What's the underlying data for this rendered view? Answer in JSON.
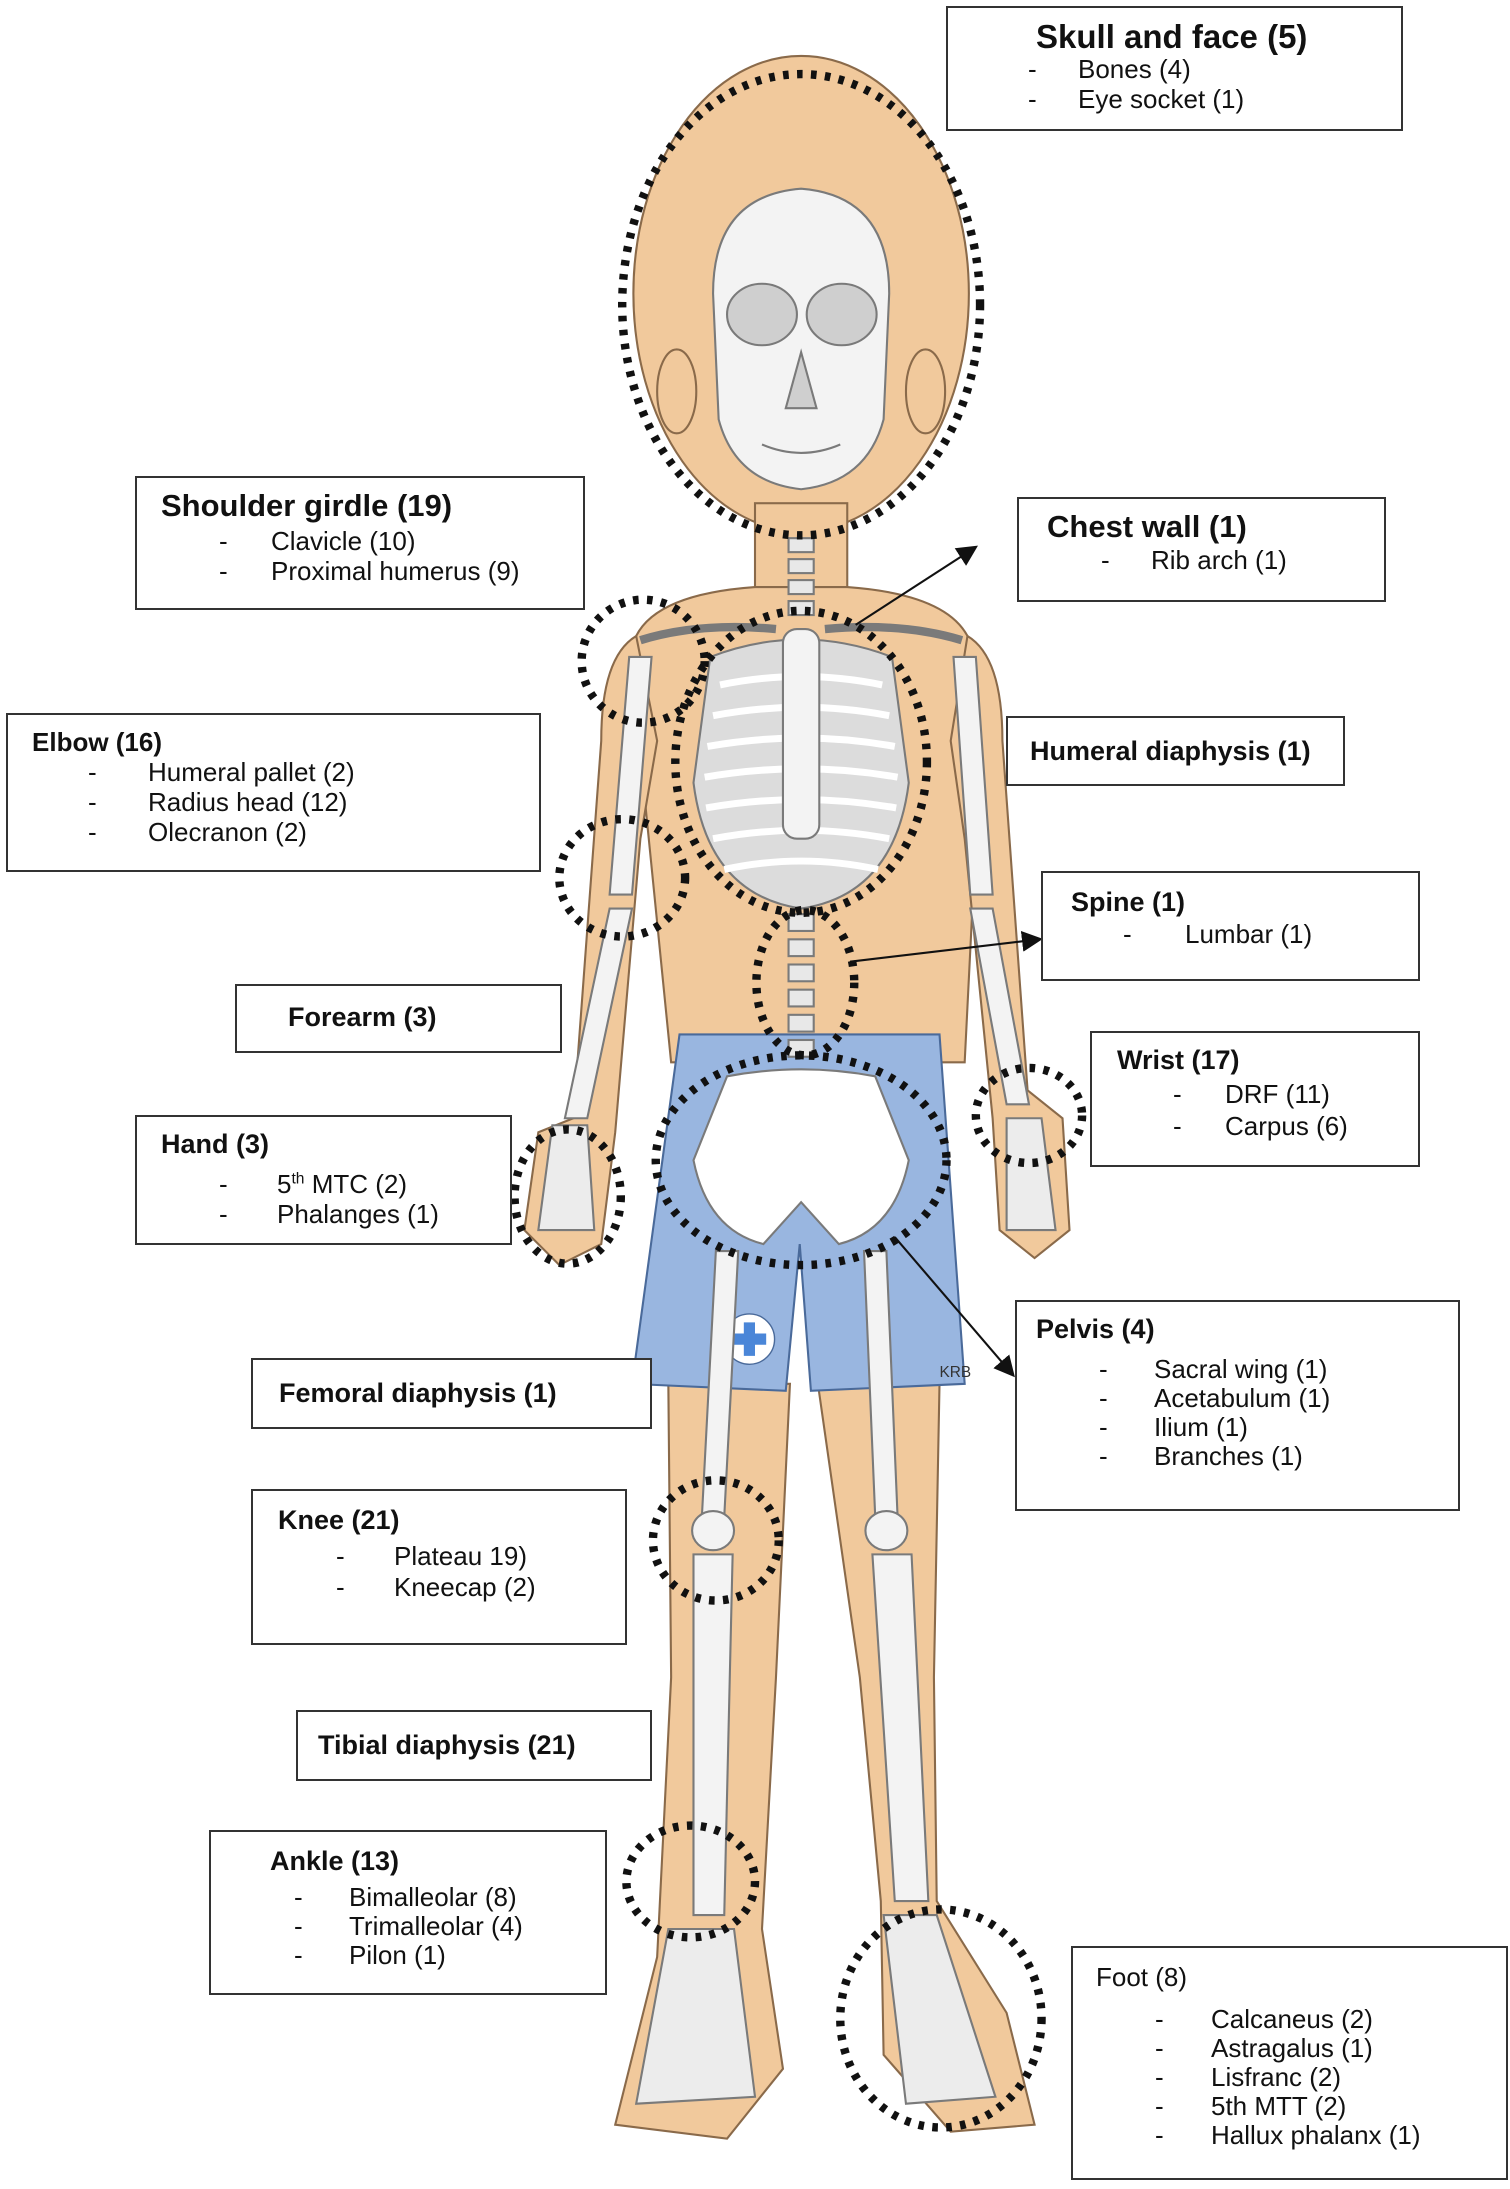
{
  "colors": {
    "skin": "#f1c99c",
    "skin_outline": "#8a6a4a",
    "bone": "#f3f3f3",
    "bone_outline": "#7a7a7a",
    "shorts": "#99b6e0",
    "pelvis": "#ffffff",
    "box_border": "#333333"
  },
  "regions": {
    "skull_face": {
      "title": "Skull and face (5)",
      "items": [
        "Bones (4)",
        "Eye socket (1)"
      ]
    },
    "shoulder_girdle": {
      "title": "Shoulder girdle (19)",
      "items": [
        "Clavicle (10)",
        "Proximal humerus (9)"
      ]
    },
    "chest_wall": {
      "title": "Chest wall (1)",
      "items": [
        "Rib arch (1)"
      ]
    },
    "elbow": {
      "title": "Elbow (16)",
      "items": [
        "Humeral pallet (2)",
        "Radius head (12)",
        "Olecranon (2)"
      ]
    },
    "humeral_diaphysis": {
      "title": "Humeral diaphysis (1)"
    },
    "spine": {
      "title": "Spine (1)",
      "items": [
        "Lumbar (1)"
      ]
    },
    "forearm": {
      "title": "Forearm (3)"
    },
    "wrist": {
      "title": "Wrist (17)",
      "items": [
        "DRF (11)",
        "Carpus (6)"
      ]
    },
    "hand": {
      "title": "Hand (3)",
      "mtc_prefix": "5",
      "mtc_sup": "th",
      "mtc_rest": " MTC (2)",
      "items": [
        "Phalanges (1)"
      ]
    },
    "pelvis": {
      "title": "Pelvis (4)",
      "items": [
        "Sacral wing (1)",
        "Acetabulum (1)",
        "Ilium (1)",
        "Branches (1)"
      ]
    },
    "femoral_diaphysis": {
      "title": "Femoral diaphysis (1)"
    },
    "knee": {
      "title": "Knee (21)",
      "items": [
        "Plateau 19)",
        "Kneecap (2)"
      ]
    },
    "tibial_diaphysis": {
      "title": "Tibial diaphysis (21)"
    },
    "ankle": {
      "title": "Ankle (13)",
      "items": [
        "Bimalleolar (8)",
        "Trimalleolar (4)",
        "Pilon (1)"
      ]
    },
    "foot": {
      "title": "Foot (8)",
      "items": [
        "Calcaneus (2)",
        "Astragalus (1)",
        "Lisfranc (2)",
        "5th MTT (2)",
        "Hallux phalanx (1)"
      ]
    }
  },
  "bullet": "-",
  "signature": "KRB"
}
